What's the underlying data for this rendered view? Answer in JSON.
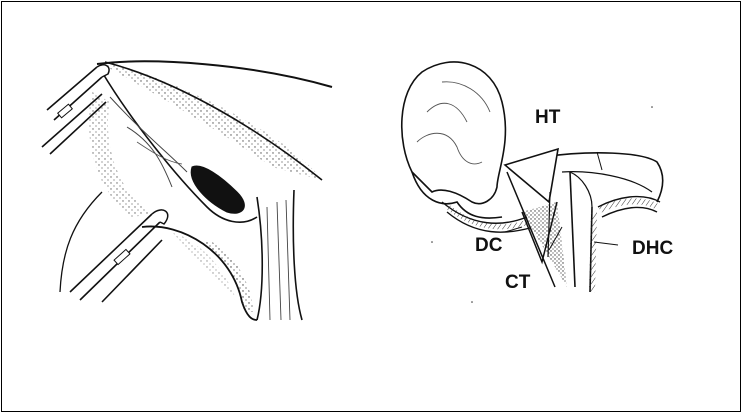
{
  "labels": {
    "ht": "HT",
    "dc": "DC",
    "ct": "CT",
    "dhc": "DHC"
  }
}
